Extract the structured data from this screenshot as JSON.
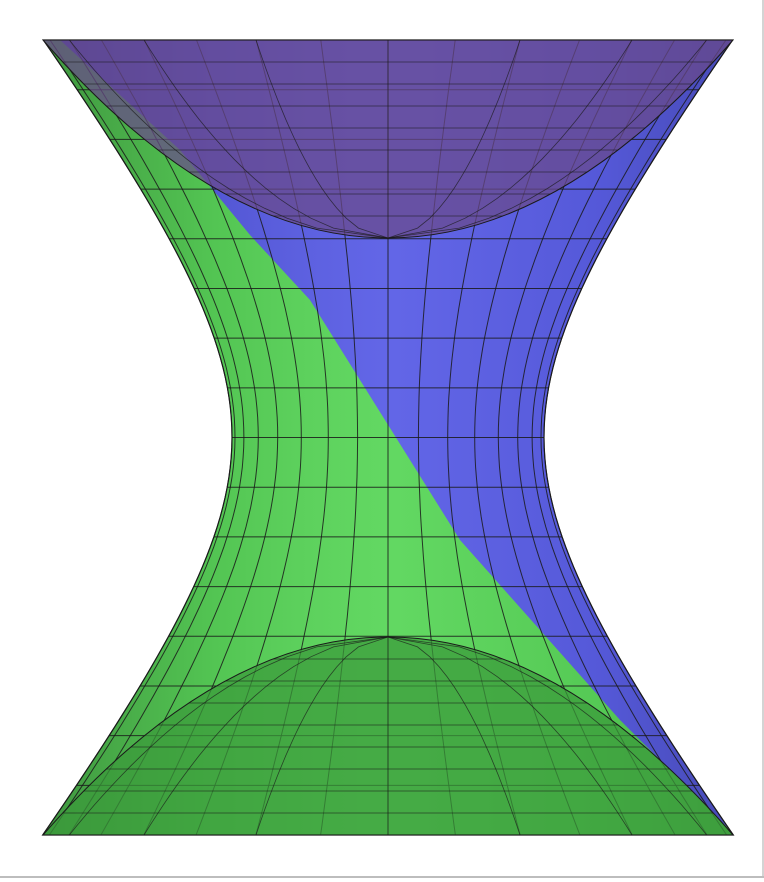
{
  "figure": {
    "kind": "3d-surface-plot",
    "surface": "hyperboloid-of-one-sheet",
    "caps": [
      "upper-paraboloid-cap",
      "lower-paraboloid-cap"
    ],
    "colors": {
      "upper_region": "#5a5ee6",
      "lower_region": "#5ad65a",
      "upper_cap": "#6a4a8a",
      "lower_cap": "#3a9a3a",
      "mesh": "#1a1a1a",
      "background": "#ffffff"
    },
    "mesh": {
      "meridians": 16,
      "parallels": 16
    },
    "view": "front-elevated"
  }
}
